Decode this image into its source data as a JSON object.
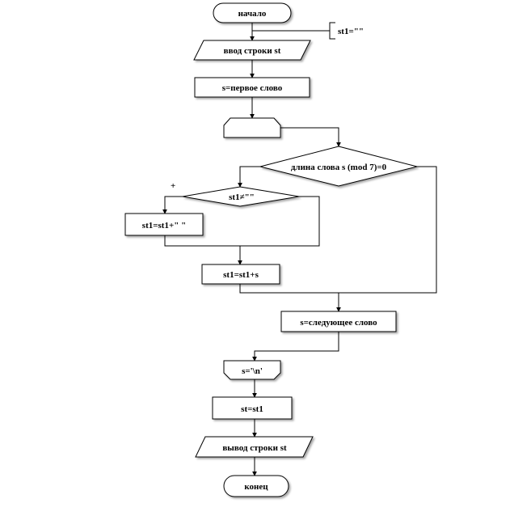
{
  "diagram": {
    "start": "начало",
    "comment_init": "st1=\"\"",
    "input": "ввод строки st",
    "first_word": "s=первое слово",
    "condition_length": "длина слова s (mod 7)=0",
    "condition_nonempty": "st1≠\"\"",
    "branch_plus": "+",
    "append_space": "st1=st1+\" \"",
    "append_word": "st1=st1+s",
    "next_word": "s=следующее слово",
    "loop_end": "s='\\n'",
    "assign": "st=st1",
    "output": "вывод строки st",
    "end": "конец"
  }
}
